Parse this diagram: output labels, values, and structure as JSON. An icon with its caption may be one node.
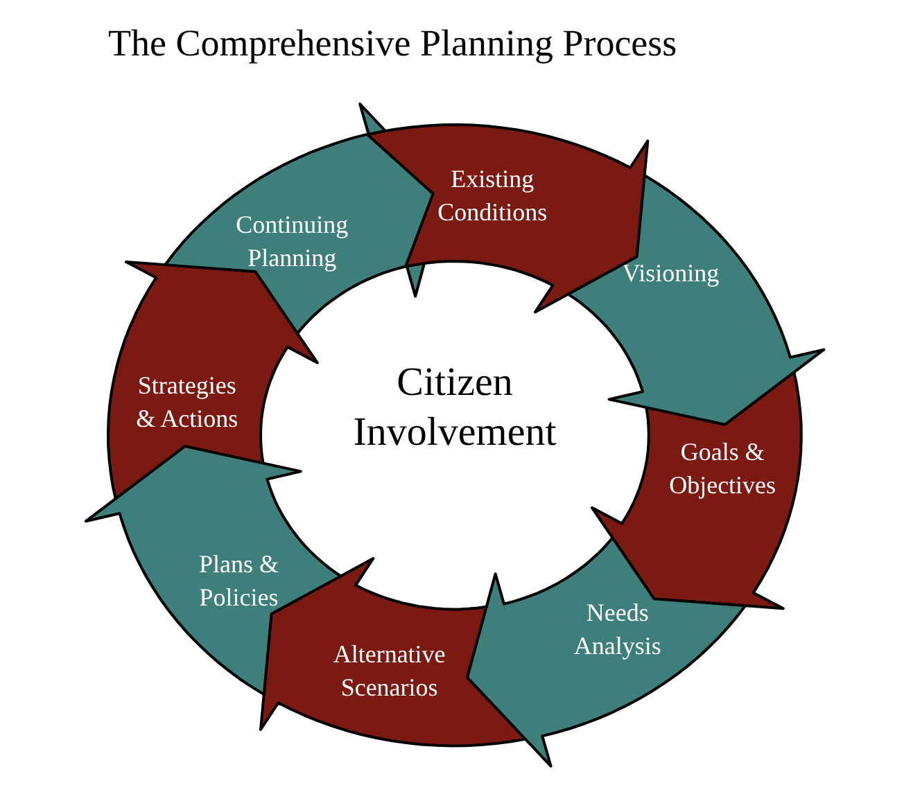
{
  "diagram": {
    "title": "The Comprehensive Planning Process",
    "nodes": [
      {
        "text": [
          "Existing Conditions"
        ]
      },
      {
        "text": [
          "Visioning"
        ]
      },
      {
        "text": [
          "Goals & Objectives"
        ]
      },
      {
        "text": [
          "Needs Analysis"
        ]
      },
      {
        "text": [
          "Alternative Scenarios"
        ]
      },
      {
        "text": [
          "Plans & Policies"
        ]
      },
      {
        "text": [
          "Strategies & Actions"
        ]
      },
      {
        "text": [
          "Continuing Planning"
        ]
      }
    ],
    "labels": [
      "Citizen Involvement"
    ]
  }
}
